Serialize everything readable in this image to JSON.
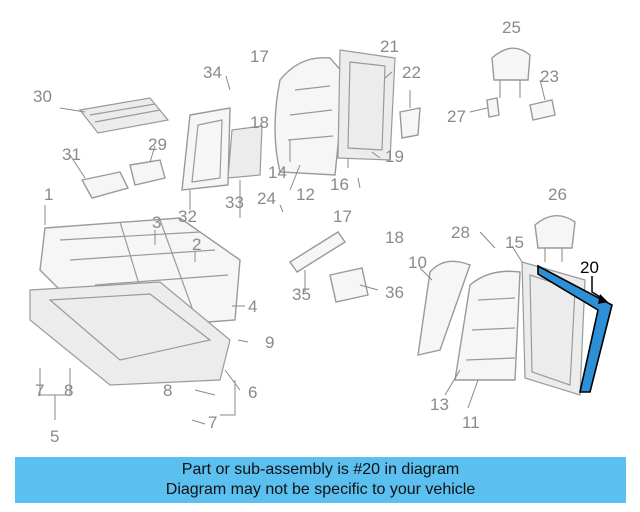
{
  "callouts": {
    "c1": "1",
    "c2": "2",
    "c3": "3",
    "c4": "4",
    "c5": "5",
    "c6": "6",
    "c7a": "7",
    "c7b": "7",
    "c8a": "8",
    "c8b": "8",
    "c9": "9",
    "c10": "10",
    "c11": "11",
    "c12": "12",
    "c13": "13",
    "c14": "14",
    "c15": "15",
    "c16": "16",
    "c17a": "17",
    "c17b": "17",
    "c18a": "18",
    "c18b": "18",
    "c19": "19",
    "c20": "20",
    "c21": "21",
    "c22": "22",
    "c23": "23",
    "c24": "24",
    "c25": "25",
    "c26": "26",
    "c27": "27",
    "c28": "28",
    "c29": "29",
    "c30": "30",
    "c31": "31",
    "c32": "32",
    "c33": "33",
    "c34": "34",
    "c35": "35",
    "c36": "36"
  },
  "highlight": {
    "part_number": "20",
    "color": "#1f7fc4"
  },
  "caption": {
    "line1": "Part or sub-assembly is #20 in diagram",
    "line2": "Diagram may not be specific to your vehicle",
    "bg_color": "#5bbff0"
  }
}
